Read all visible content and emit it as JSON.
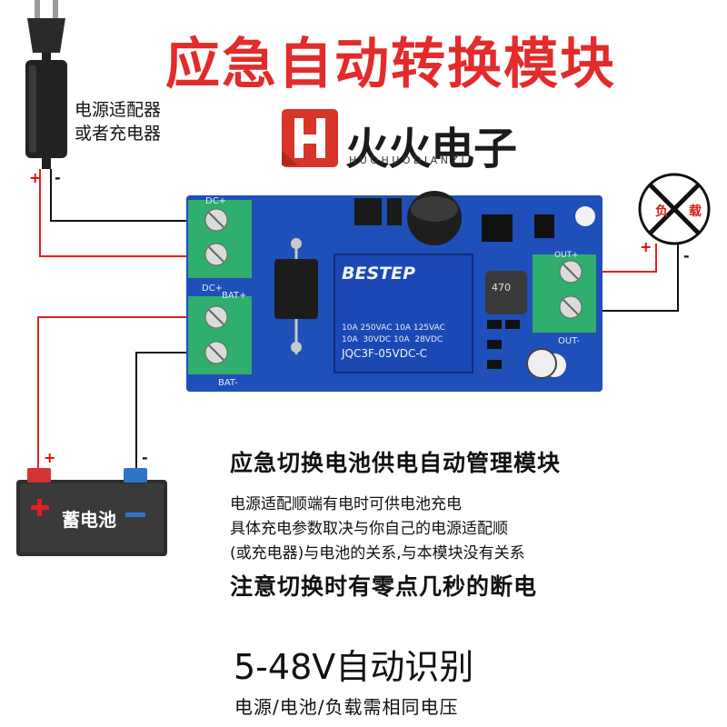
{
  "title": "应急自动转换模块",
  "brand": {
    "name": "火火电子",
    "pinyin": "HUOHUODIANZI",
    "logo_letter": "H",
    "logo_color": "#d8342a"
  },
  "adapter": {
    "label_line1": "电源适配器",
    "label_line2": "或者充电器",
    "plus": "+",
    "minus": "-"
  },
  "load": {
    "char1": "负",
    "char2": "载",
    "plus": "+",
    "minus": "-"
  },
  "battery": {
    "label": "蓄电池",
    "plus": "+",
    "minus": "-",
    "wire_plus": "+",
    "wire_minus": "-"
  },
  "board": {
    "label_dc_plus": "DC+",
    "label_dc_plus_2": "DC+",
    "label_bat_plus": "BAT+",
    "label_bat_minus": "BAT-",
    "label_out_plus": "OUT+",
    "label_out_minus": "OUT-",
    "relay": {
      "brand": "BESTEP",
      "line1": "10A 250VAC 10A 125VAC",
      "line2": "10A  30VDC 10A  28VDC",
      "model": "JQC3F-05VDC-C"
    },
    "inductor_label": "470",
    "colors": {
      "pcb": "#1f4fb8",
      "terminal": "#2fae6d",
      "relay": "#1c48b6"
    }
  },
  "section_heading": "应急切换电池供电自动管理模块",
  "description": [
    "电源适配顺端有电时可供电池充电",
    "具体充电参数取决与你自己的电源适配顺",
    "(或充电器)与电池的关系,与本模块没有关系"
  ],
  "warning": "注意切换时有零点几秒的断电",
  "voltage_range": "5-48V自动识别",
  "voltage_note": "电源/电池/负载需相同电压"
}
